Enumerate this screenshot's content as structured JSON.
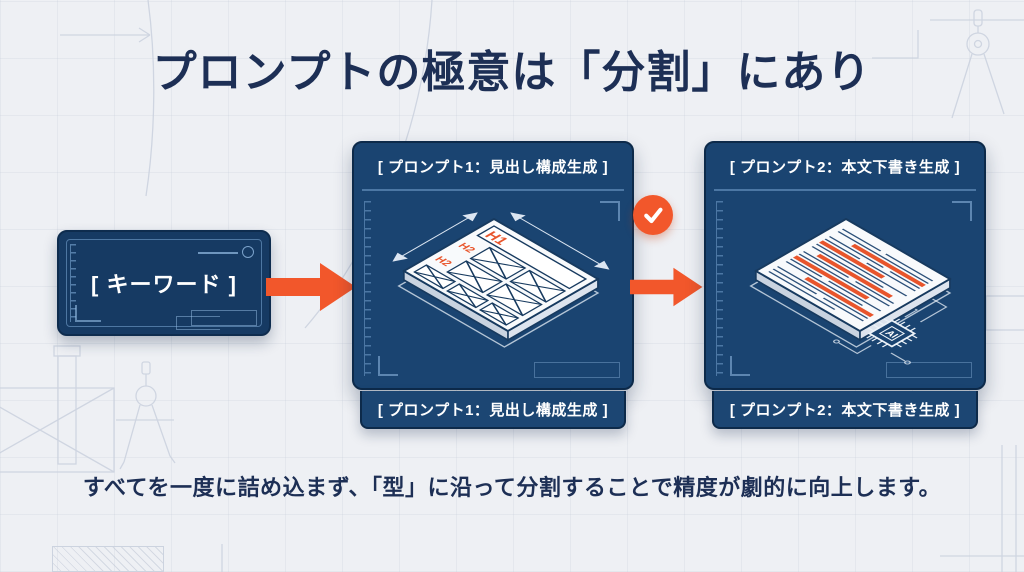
{
  "title": "プロンプトの極意は「分割」にあり",
  "keyword_box": {
    "label": "[ キーワード ]"
  },
  "steps": [
    {
      "top_label": "[ プロンプト1：見出し構成生成 ]",
      "bottom_label": "[ プロンプト1：見出し構成生成 ]"
    },
    {
      "top_label": "[ プロンプト2：本文下書き生成 ]",
      "bottom_label": "[ プロンプト2：本文下書き生成 ]"
    }
  ],
  "illustration1": {
    "h1_label": "H1",
    "h2_label_1": "H2",
    "h2_label_2": "H2"
  },
  "illustration2": {
    "chip_label": "AI"
  },
  "footer": "すべてを一度に詰め込まず、「型」に沿って分割することで精度が劇的に向上します。",
  "colors": {
    "background": "#eef0f4",
    "panel_navy": "#1a4471",
    "keyword_navy": "#163a63",
    "accent_orange": "#f2572b",
    "title_navy": "#1d2f55",
    "blueprint_line": "#7da6cf"
  }
}
